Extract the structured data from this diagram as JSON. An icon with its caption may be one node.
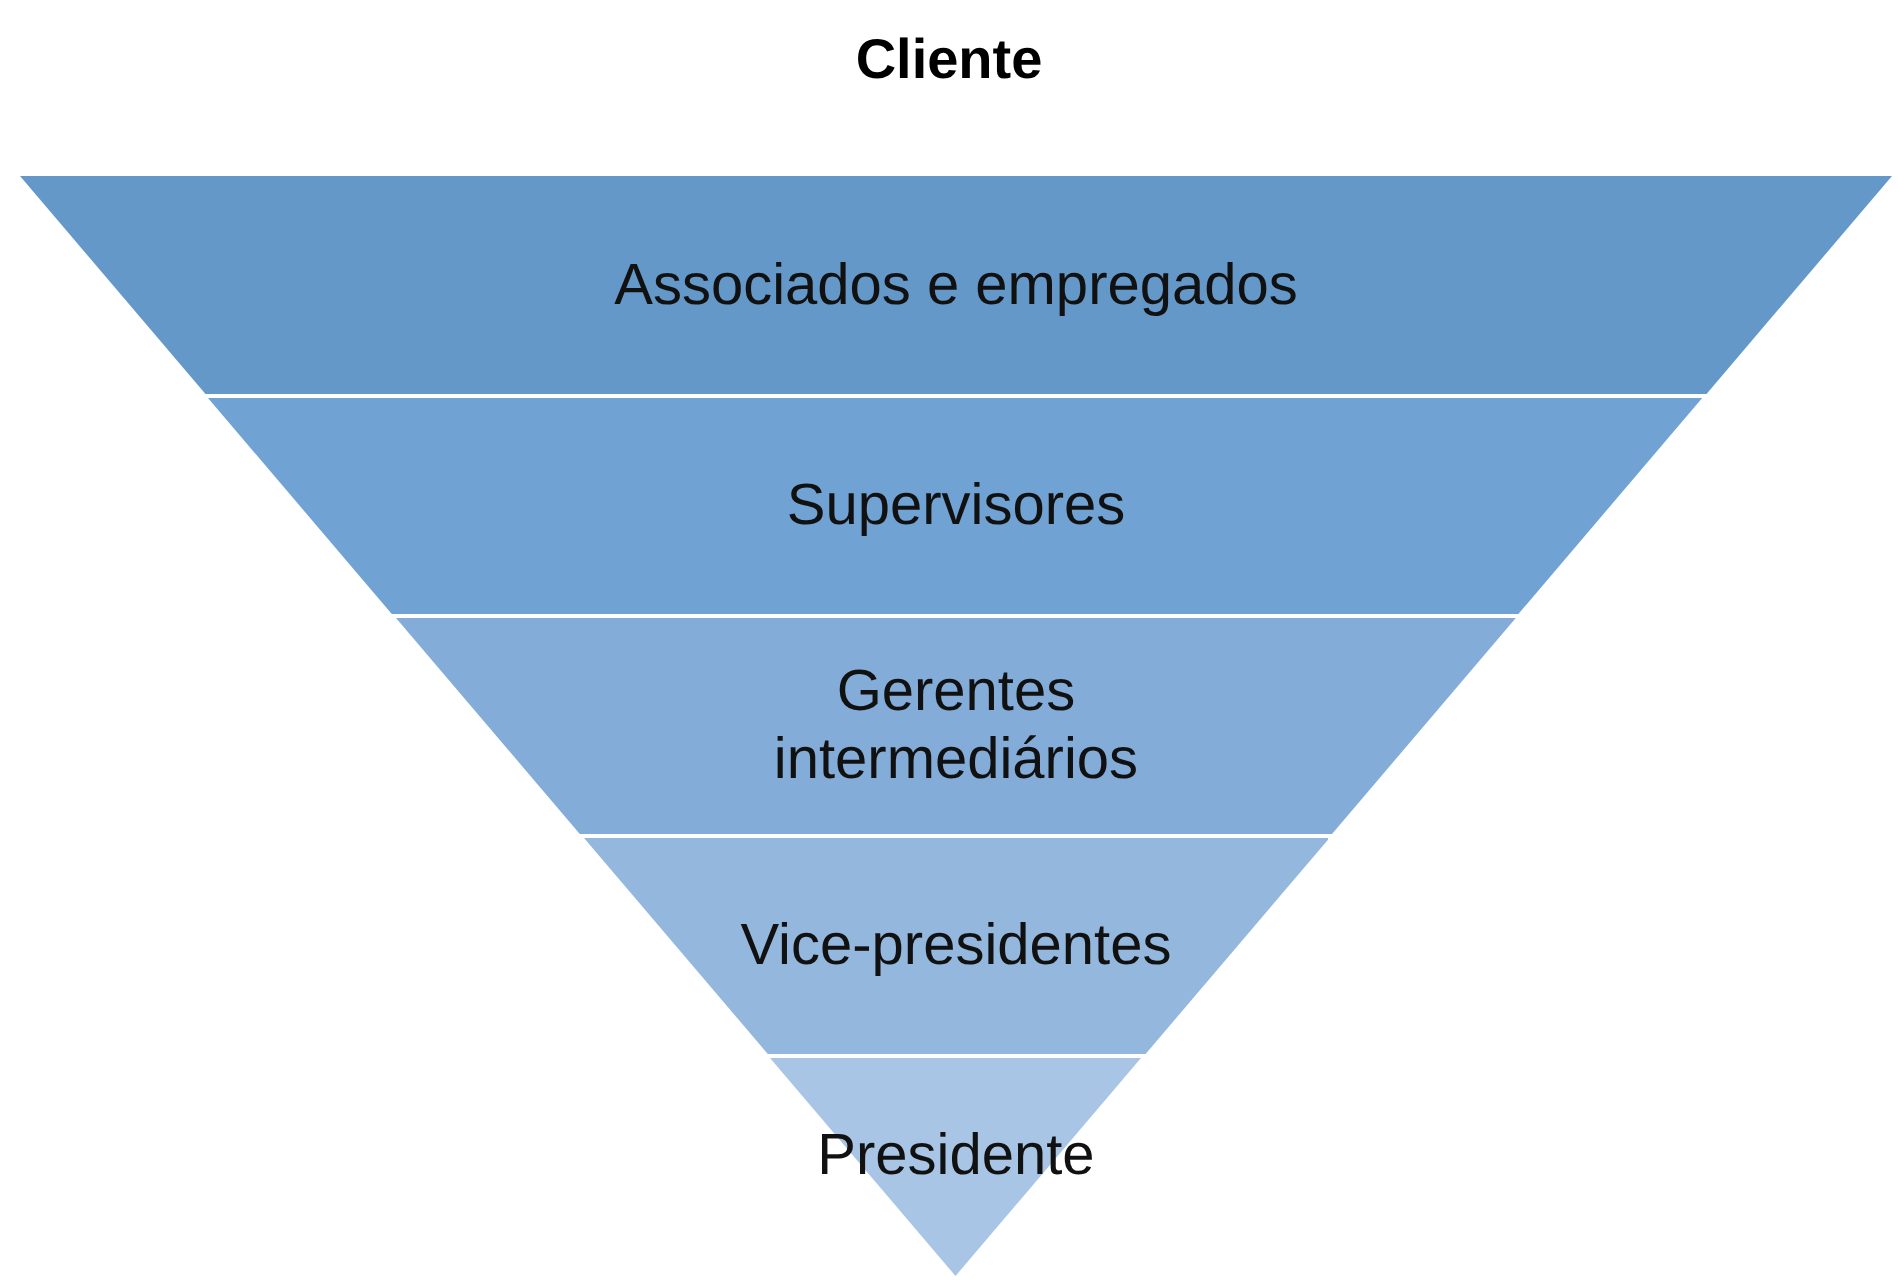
{
  "diagram": {
    "title": "Cliente",
    "nodes": [
      {
        "text": [
          "Associados e empregados"
        ]
      },
      {
        "text": [
          "Supervisores"
        ]
      },
      {
        "text": [
          "Gerentes intermediários"
        ]
      },
      {
        "text": [
          "Vice-presidentes"
        ]
      },
      {
        "text": [
          "Presidente"
        ]
      }
    ]
  }
}
